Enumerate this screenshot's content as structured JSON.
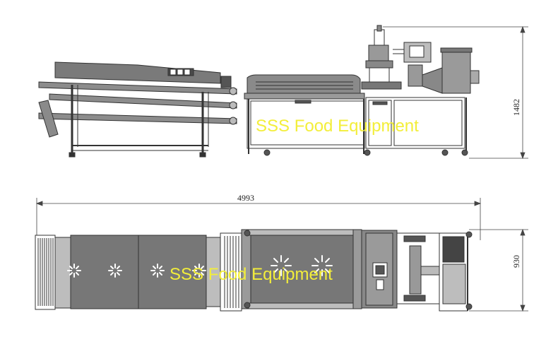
{
  "watermarks": {
    "side_view": "SSS Food Equipment",
    "top_view": "SSS Food Equipment"
  },
  "dimensions": {
    "overall_length": "4993",
    "height": "1482",
    "width": "930"
  },
  "colors": {
    "line": "#333333",
    "panel": "#777777",
    "panel_dark": "#555555",
    "panel_light": "#a9a9a9",
    "watermark": "#f3ee3a"
  }
}
